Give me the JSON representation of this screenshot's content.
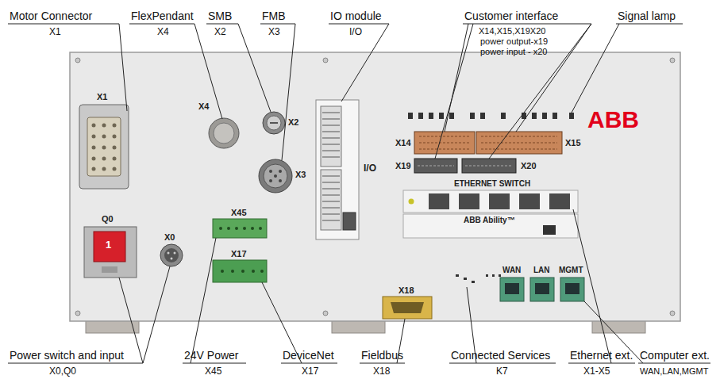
{
  "diagram": {
    "labels": [
      "Motor Connector",
      "X1",
      "FlexPendant",
      "X4",
      "SMB",
      "X2",
      "FMB",
      "X3",
      "IO module",
      "I/O",
      "Customer interface",
      "X14,X15,X19X20",
      "power output-x19",
      "power input - x20",
      "Signal lamp",
      "X1",
      "X4",
      "X2",
      "X3",
      "I/O",
      "X14",
      "X15",
      "X19",
      "X20",
      "ETHERNET SWITCH",
      "ABB",
      "ABB Ability™",
      "Q0",
      "X0",
      "X45",
      "X17",
      "X18",
      "WAN",
      "LAN",
      "MGMT",
      "Power switch and input",
      "X0,Q0",
      "24V Power",
      "X45",
      "DeviceNet",
      "X17",
      "Fieldbus",
      "X18",
      "Connected Services",
      "K7",
      "Ethernet ext.",
      "X1-X5",
      "Computer ext.",
      "WAN,LAN,MGMT",
      "1"
    ]
  }
}
